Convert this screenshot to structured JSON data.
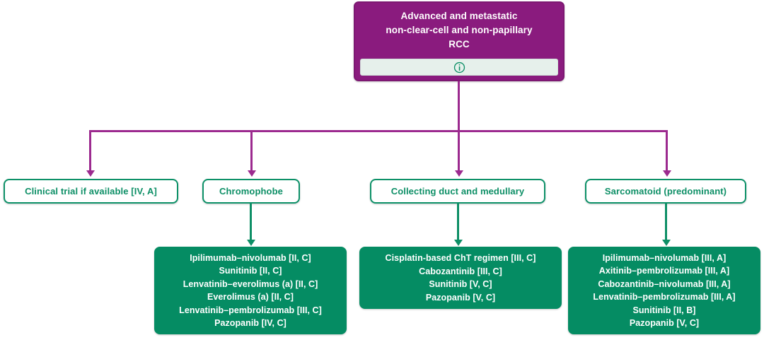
{
  "diagram": {
    "type": "clinical-treatment-algorithm",
    "colors": {
      "purple": "#8a1b7e",
      "purple_connector": "#9c2a8f",
      "green_outline": "#0d9168",
      "green_fill": "#058c63",
      "info_bar_bg": "#e6f0eb",
      "text_on_purple": "#ffffff",
      "text_on_green": "#ffffff",
      "green_text": "#0d8f66"
    },
    "root": {
      "title": "Advanced and metastatic non-clear-cell and non-papillary RCC",
      "title_lines": [
        "Advanced and metastatic",
        "non-clear-cell and non-papillary",
        "RCC"
      ],
      "info_icon": "info-circle-icon"
    },
    "branches": [
      {
        "id": "clinical-trial",
        "label": "Clinical trial if available [IV, A]",
        "treatments": []
      },
      {
        "id": "chromophobe",
        "label": "Chromophobe",
        "treatments": [
          "Ipilimumab–nivolumab [II, C]",
          "Sunitinib [II, C]",
          "Lenvatinib–everolimus (a) [II, C]",
          "Everolimus (a) [II, C]",
          "Lenvatinib–pembrolizumab [III, C]",
          "Pazopanib [IV, C]"
        ]
      },
      {
        "id": "collecting-duct-medullary",
        "label": "Collecting duct and medullary",
        "treatments": [
          "Cisplatin-based ChT regimen [III, C]",
          "Cabozantinib [III, C]",
          "Sunitinib [V, C]",
          "Pazopanib [V, C]"
        ]
      },
      {
        "id": "sarcomatoid",
        "label": "Sarcomatoid (predominant)",
        "treatments": [
          "Ipilimumab–nivolumab [III, A]",
          "Axitinib–pembrolizumab [III, A]",
          "Cabozantinib–nivolumab [III, A]",
          "Lenvatinib–pembrolizumab [III, A]",
          "Sunitinib [II, B]",
          "Pazopanib [V, C]"
        ]
      }
    ]
  }
}
